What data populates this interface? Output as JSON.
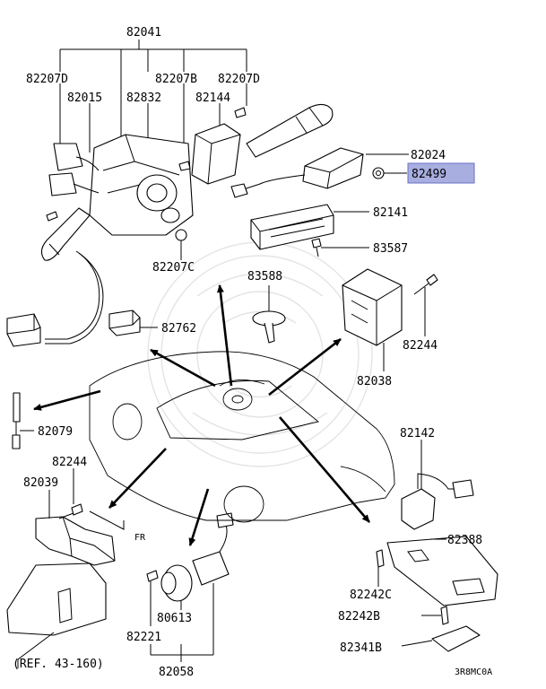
{
  "labels": {
    "p82041": "82041",
    "p82207D_left": "82207D",
    "p82207B": "82207B",
    "p82207D_right": "82207D",
    "p82015": "82015",
    "p82832": "82832",
    "p82144": "82144",
    "p82024": "82024",
    "p82499": "82499",
    "p82141": "82141",
    "p83587": "83587",
    "p82207C": "82207C",
    "p83588": "83588",
    "p82244_right": "82244",
    "p82762": "82762",
    "p82038": "82038",
    "p82079": "82079",
    "p82142": "82142",
    "p82039": "82039",
    "p82244_left": "82244",
    "fr": "FR",
    "p82388": "82388",
    "p82242C": "82242C",
    "p80613": "80613",
    "p82242B": "82242B",
    "p82221": "82221",
    "p82341B": "82341B",
    "p82058": "82058",
    "ref": "(REF. 43-160)",
    "code": "3R8MC0A"
  },
  "colors": {
    "highlight_fill": "#a8aee0",
    "highlight_border": "#6a72c8",
    "line": "#000000",
    "watermark": "#e4e4e4"
  }
}
